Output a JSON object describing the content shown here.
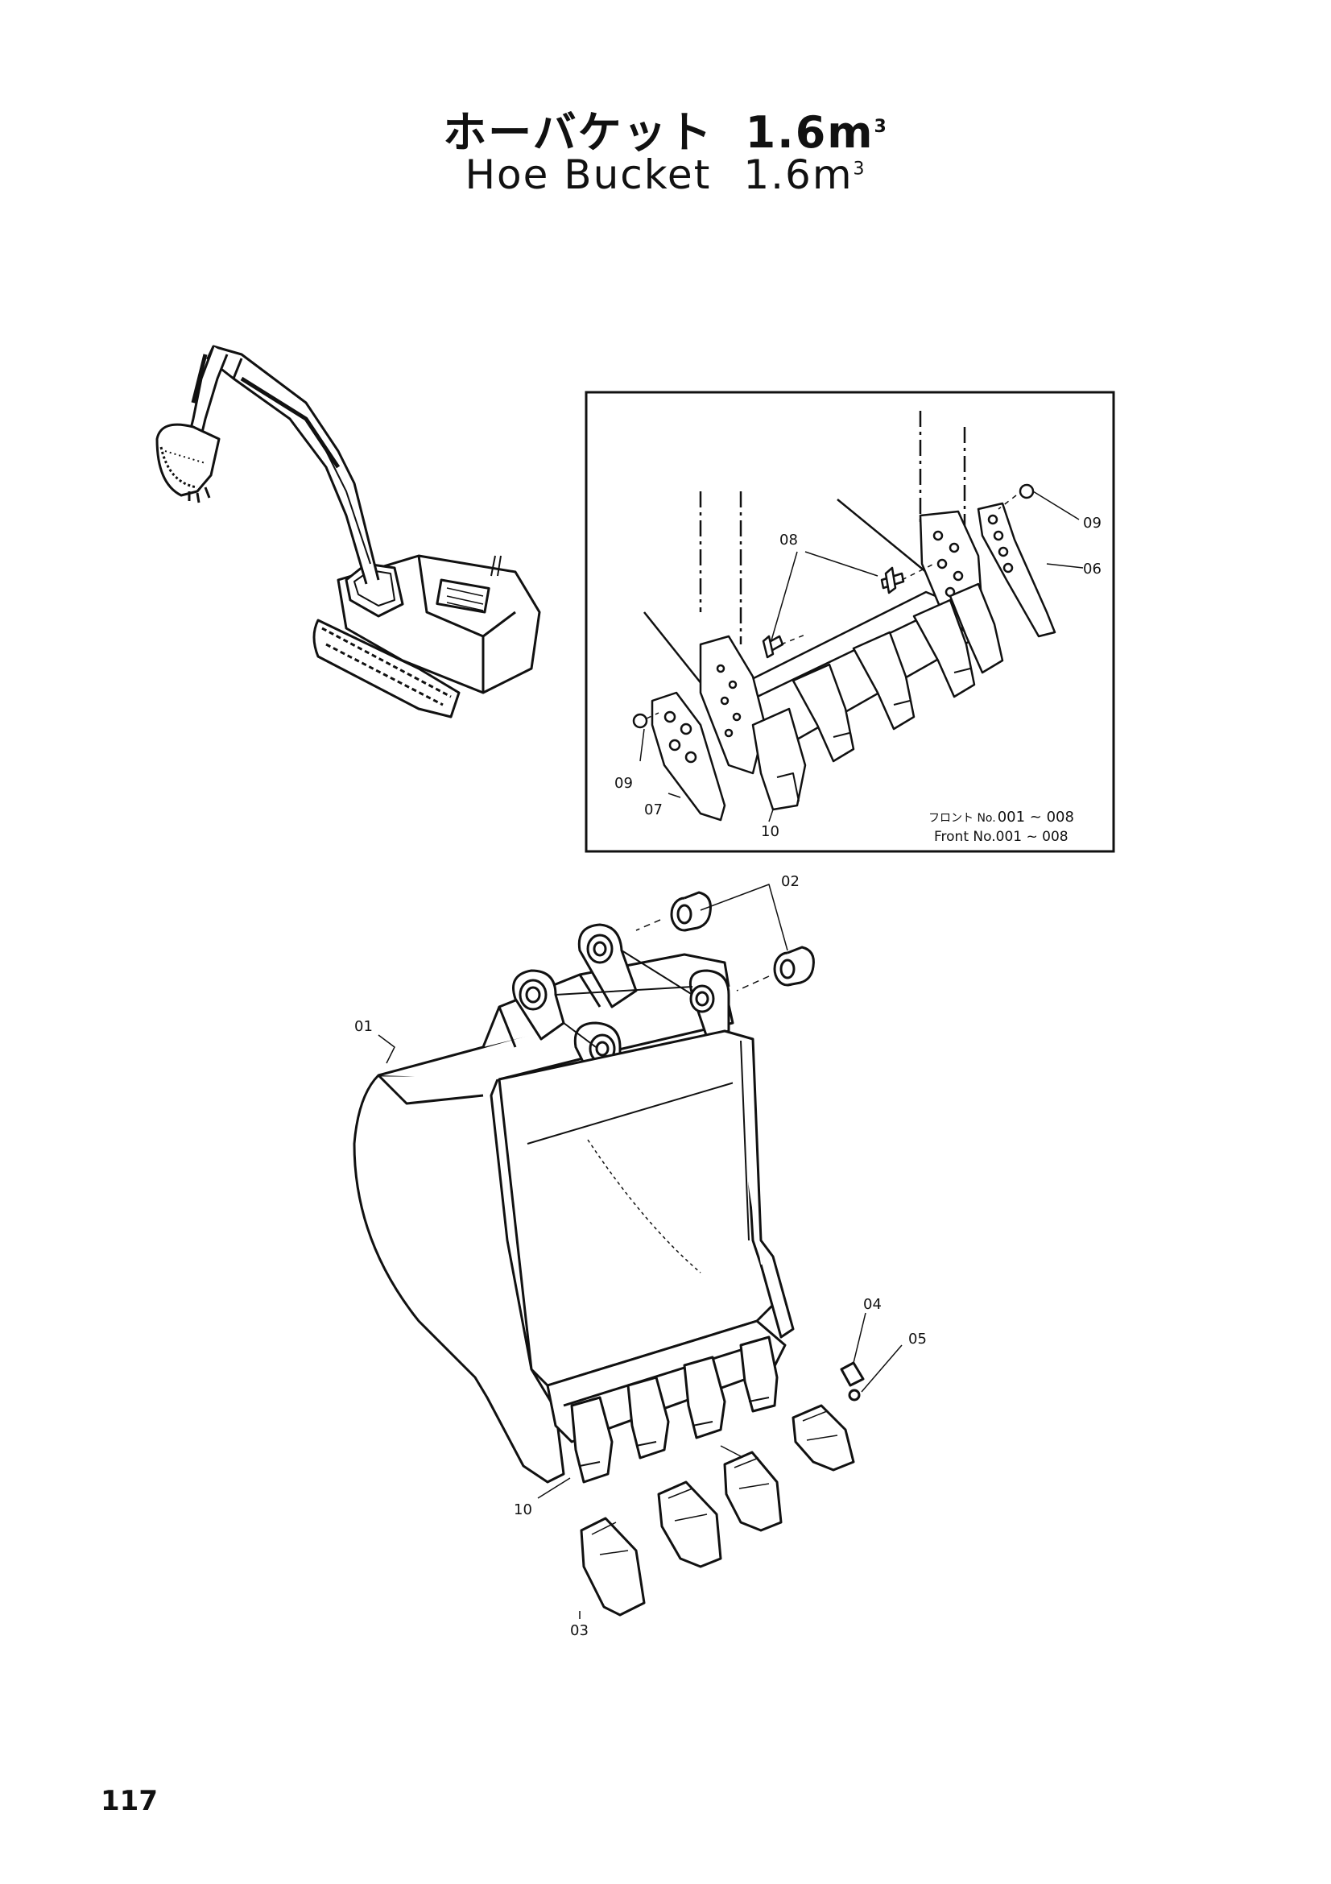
{
  "title": {
    "jp_name": "ホーバケット",
    "en_name": "Hoe Bucket",
    "capacity": "1.6m",
    "capacity_sup": "3"
  },
  "inset": {
    "callouts": {
      "c08": "08",
      "c09a": "09",
      "c06": "06",
      "c09b": "09",
      "c07": "07",
      "c10": "10"
    },
    "note_jp_prefix": "フロント No.",
    "note_jp_range": "001 ~ 008",
    "note_en": "Front No.001 ~ 008"
  },
  "main": {
    "callouts": {
      "c02": "02",
      "c01": "01",
      "c04": "04",
      "c05": "05",
      "c10": "10",
      "c03": "03"
    }
  },
  "page_number": "117",
  "colors": {
    "ink": "#111111",
    "paper": "#ffffff"
  }
}
